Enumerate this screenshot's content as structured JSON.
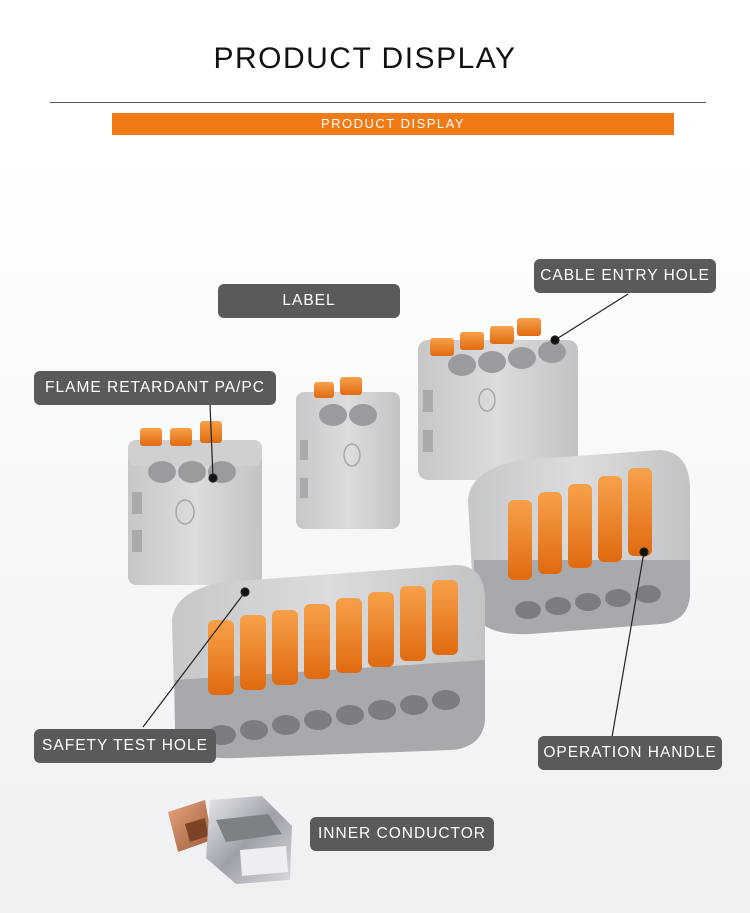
{
  "header": {
    "title": "PRODUCT DISPLAY",
    "banner": "PRODUCT DISPLAY"
  },
  "callouts": {
    "label": "LABEL",
    "cable_entry_hole": "CABLE ENTRY HOLE",
    "flame_retardant": "FLAME RETARDANT PA/PC",
    "safety_test_hole": "SAFETY TEST HOLE",
    "operation_handle": "OPERATION HANDLE",
    "inner_conductor": "INNER CONDUCTOR"
  },
  "colors": {
    "accent": "#ef7a16",
    "housing": "#d4d4d6",
    "callout_bg": "#5a5a5a",
    "copper": "#c07a52",
    "steel": "#b9bcc2"
  }
}
